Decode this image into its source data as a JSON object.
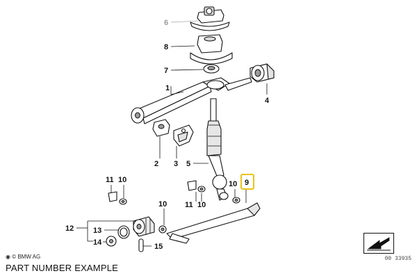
{
  "labels": {
    "l1": "1",
    "l2": "2",
    "l3": "3",
    "l4": "4",
    "l5": "5",
    "l6": "6",
    "l7": "7",
    "l8": "8",
    "l9": "9",
    "l10a": "10",
    "l10b": "10",
    "l10c": "10",
    "l11a": "11",
    "l10d": "10",
    "l11b": "11",
    "l12": "12",
    "l13": "13",
    "l14": "14",
    "l15": "15"
  },
  "highlight": {
    "label": "9",
    "color": "#e8c21a"
  },
  "footer": {
    "copyright": "© BMW AG",
    "caption": "PART NUMBER EXAMPLE",
    "catalog_number": "00 33935"
  },
  "icons": [
    "bmw-roundel-icon",
    "arrow-nav-icon"
  ]
}
